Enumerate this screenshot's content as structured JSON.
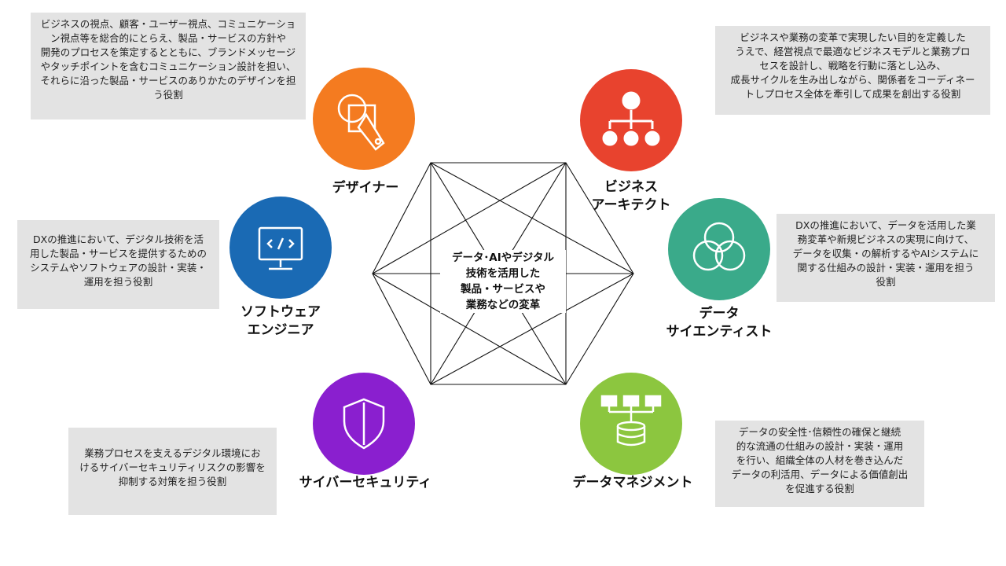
{
  "center": {
    "text": "データ･AIやデジタル\n技術を活用した\n製品・サービスや\n業務などの変革"
  },
  "roles": {
    "designer": {
      "label": "デザイナー",
      "desc": "ビジネスの視点、顧客・ユーザー視点、コミュニケーショ\nン視点等を総合的にとらえ、製品・サービスの方針や\n開発のプロセスを策定するとともに、ブランドメッセージ\nやタッチポイントを含むコミュニケーション設計を担い、\nそれらに沿った製品・サービスのありかたのデザインを担\nう役割",
      "color": "#f47b20",
      "icon": "pen-tool-icon"
    },
    "architect": {
      "label": "ビジネス\nアーキテクト",
      "desc": "ビジネスや業務の変革で実現したい目的を定義した\nうえで、経営視点で最適なビジネスモデルと業務プロ\nセスを設計し、戦略を行動に落とし込み、\n成長サイクルを生み出しながら、関係者をコーディネー\nトしプロセス全体を牽引して成果を創出する役割",
      "color": "#e8432e",
      "icon": "org-chart-icon"
    },
    "software": {
      "label": "ソフトウェア\nエンジニア",
      "desc": "DXの推進において、デジタル技術を活\n用した製品・サービスを提供するための\nシステムやソフトウェアの設計・実装・\n運用を担う役割",
      "color": "#1a6ab4",
      "icon": "code-monitor-icon"
    },
    "datascientist": {
      "label": "データ\nサイエンティスト",
      "desc": "DXの推進において、データを活用した業\n務変革や新規ビジネスの実現に向けて、\nデータを収集・の解析するやAIシステムに\n関する仕組みの設計・実装・運用を担う\n役割",
      "color": "#3aaa8a",
      "icon": "venn-circles-icon"
    },
    "security": {
      "label": "サイバーセキュリティ",
      "desc": "業務プロセスを支えるデジタル環境にお\nけるサイバーセキュリティリスクの影響を\n抑制する対策を担う役割",
      "color": "#8a1fcf",
      "icon": "shield-icon"
    },
    "datamanagement": {
      "label": "データマネジメント",
      "desc": "データの安全性･信頼性の確保と継続\n的な流通の仕組みの設計・実装・運用\nを行い、組織全体の人材を巻き込んだ\nデータの利活用、データによる価値創出\nを促進する役割",
      "color": "#8cc63f",
      "icon": "database-folders-icon"
    }
  }
}
